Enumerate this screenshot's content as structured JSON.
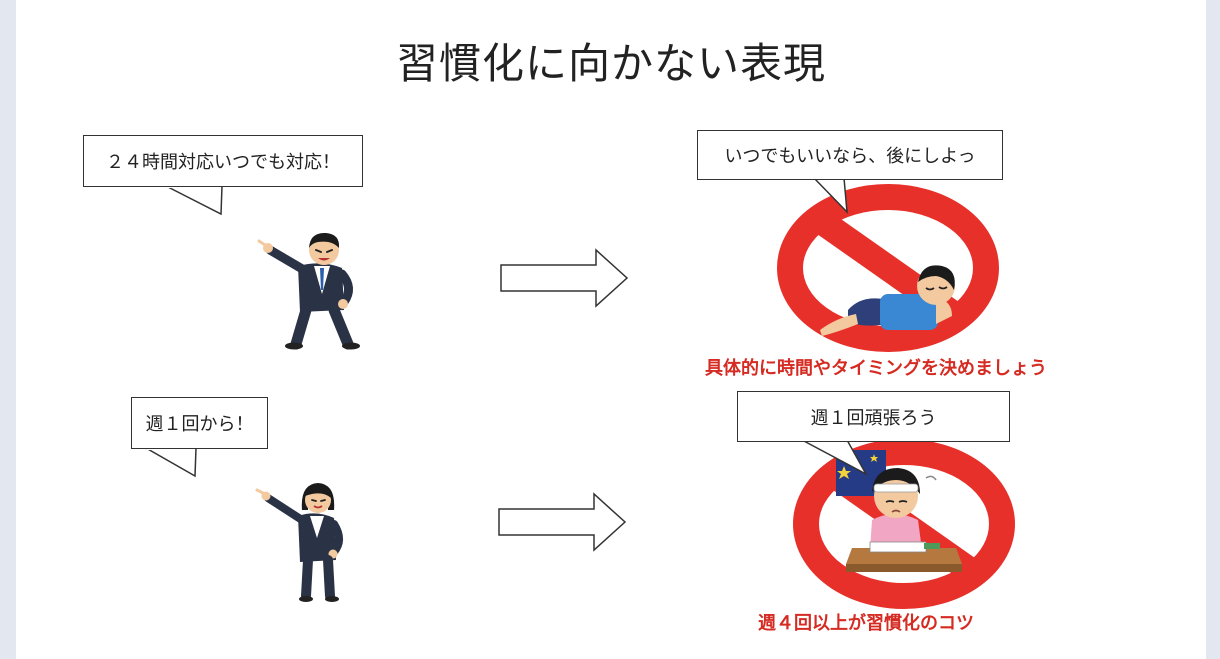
{
  "slide": {
    "title": "習慣化に向かない表現",
    "rows": [
      {
        "left_speech": "２４時間対応いつでも対応！",
        "right_speech": "いつでもいいなら、後にしよっ",
        "caption": "具体的に時間やタイミングを決めましょう"
      },
      {
        "left_speech": "週１回から！",
        "right_speech": "週１回頑張ろう",
        "caption": "週４回以上が習慣化のコツ"
      }
    ]
  },
  "colors": {
    "prohibition_red": "#e8302a",
    "caption_red": "#d52b22",
    "suit": "#2a3346"
  }
}
